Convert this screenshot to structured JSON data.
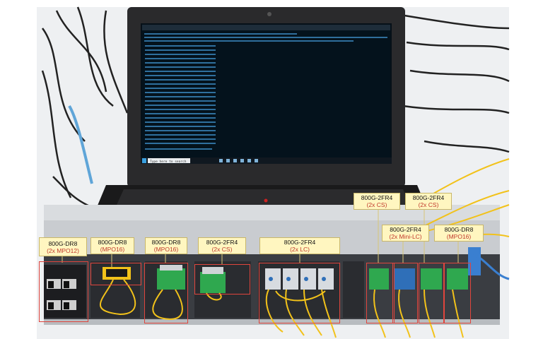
{
  "scene": "Laptop on top of an 800G network test chassis with fiber cables, annotated with module labels",
  "colors": {
    "highlight_box": "#e0453d",
    "label_bg": "#fff6c0",
    "label_sub_text": "#c0392b",
    "fiber": "#f2c21a",
    "screen_bg": "#061018",
    "screen_text": "#49a6e8"
  },
  "labels": [
    {
      "title": "800G-DR8",
      "sub": "(2x MPO12)"
    },
    {
      "title": "800G-DR8",
      "sub": "(MPO16)"
    },
    {
      "title": "800G-DR8",
      "sub": "(MPO16)"
    },
    {
      "title": "800G-2FR4",
      "sub": "(2x CS)"
    },
    {
      "title": "800G-2FR4",
      "sub": "(2x LC)"
    },
    {
      "title": "800G-2FR4",
      "sub": "(2x CS)"
    },
    {
      "title": "800G-2FR4",
      "sub": "(2x CS)"
    },
    {
      "title": "800G-2FR4",
      "sub": "(2x Mini-LC)"
    },
    {
      "title": "800G-DR8",
      "sub": "(MPO16)"
    }
  ],
  "screen": {
    "taskbar_search": "Type here to search"
  }
}
